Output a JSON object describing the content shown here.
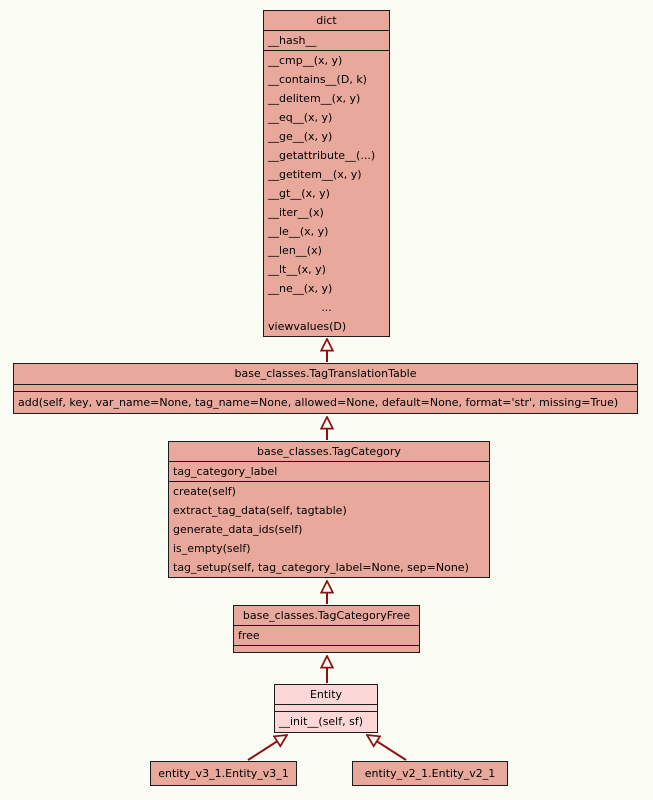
{
  "colors": {
    "background": "#fbfdf5",
    "box_fill": "#e9a89c",
    "entity_fill": "#fcd7d8",
    "border_color": "#1c1c1c",
    "arrow_color": "#8e1111"
  },
  "classes": {
    "dict": {
      "title": "dict",
      "attributes": [
        "__hash__"
      ],
      "methods": [
        "__cmp__(x, y)",
        "__contains__(D, k)",
        "__delitem__(x, y)",
        "__eq__(x, y)",
        "__ge__(x, y)",
        "__getattribute__(...)",
        "__getitem__(x, y)",
        "__gt__(x, y)",
        "__iter__(x)",
        "__le__(x, y)",
        "__len__(x)",
        "__lt__(x, y)",
        "__ne__(x, y)",
        "...",
        "viewvalues(D)"
      ]
    },
    "tag_translation_table": {
      "title": "base_classes.TagTranslationTable",
      "methods": [
        "add(self, key, var_name=None, tag_name=None, allowed=None, default=None, format='str', missing=True)"
      ]
    },
    "tag_category": {
      "title": "base_classes.TagCategory",
      "attributes": [
        "tag_category_label"
      ],
      "methods": [
        "create(self)",
        "extract_tag_data(self, tagtable)",
        "generate_data_ids(self)",
        "is_empty(self)",
        "tag_setup(self, tag_category_label=None, sep=None)"
      ]
    },
    "tag_category_free": {
      "title": "base_classes.TagCategoryFree",
      "attributes": [
        "free"
      ]
    },
    "entity": {
      "title": "Entity",
      "methods": [
        "__init__(self, sf)"
      ]
    },
    "entity_v3": {
      "title": "entity_v3_1.Entity_v3_1"
    },
    "entity_v2": {
      "title": "entity_v2_1.Entity_v2_1"
    }
  },
  "relations": [
    {
      "from": "base_classes.TagTranslationTable",
      "to": "dict",
      "type": "inheritance"
    },
    {
      "from": "base_classes.TagCategory",
      "to": "base_classes.TagTranslationTable",
      "type": "inheritance"
    },
    {
      "from": "base_classes.TagCategoryFree",
      "to": "base_classes.TagCategory",
      "type": "inheritance"
    },
    {
      "from": "Entity",
      "to": "base_classes.TagCategoryFree",
      "type": "inheritance"
    },
    {
      "from": "entity_v3_1.Entity_v3_1",
      "to": "Entity",
      "type": "inheritance"
    },
    {
      "from": "entity_v2_1.Entity_v2_1",
      "to": "Entity",
      "type": "inheritance"
    }
  ]
}
